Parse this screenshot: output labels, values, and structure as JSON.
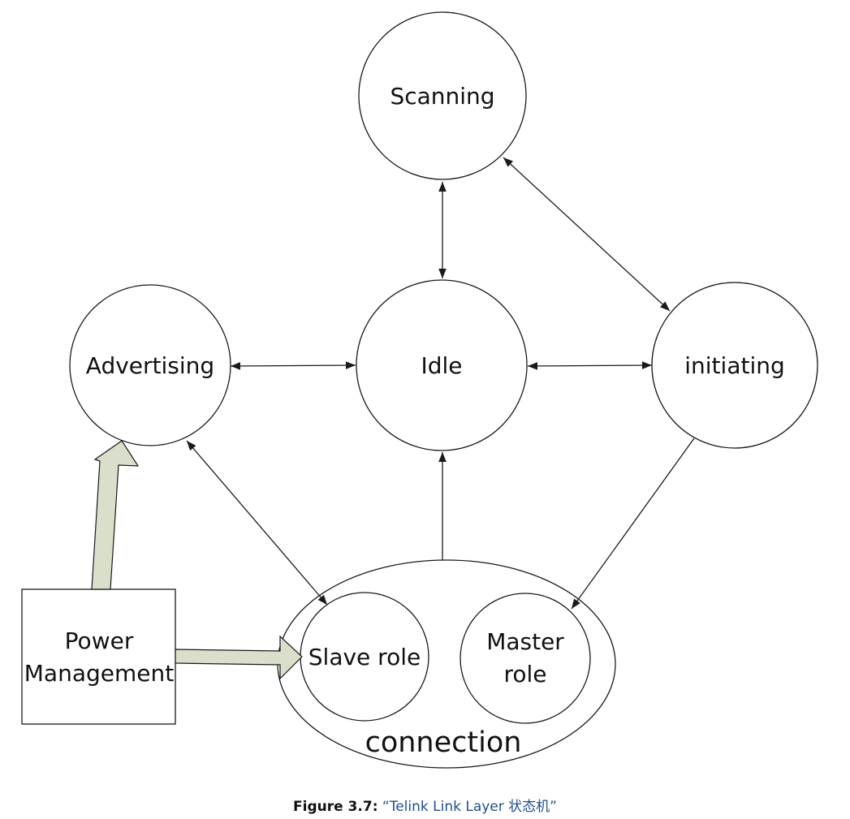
{
  "diagram": {
    "nodes": {
      "scanning": "Scanning",
      "advertising": "Advertising",
      "idle": "Idle",
      "initiating": "initiating",
      "slave_role": "Slave role",
      "master_role_line1": "Master",
      "master_role_line2": "role",
      "connection": "connection",
      "power_management_line1": "Power",
      "power_management_line2": "Management"
    },
    "edges": [
      {
        "from": "Scanning",
        "to": "Idle",
        "direction": "both"
      },
      {
        "from": "Scanning",
        "to": "initiating",
        "direction": "both"
      },
      {
        "from": "Advertising",
        "to": "Idle",
        "direction": "both"
      },
      {
        "from": "Idle",
        "to": "initiating",
        "direction": "both"
      },
      {
        "from": "Advertising",
        "to": "Slave role",
        "direction": "both"
      },
      {
        "from": "connection",
        "to": "Idle",
        "direction": "forward"
      },
      {
        "from": "initiating",
        "to": "Master role",
        "direction": "forward"
      },
      {
        "from": "Power Management",
        "to": "Advertising",
        "direction": "forward"
      },
      {
        "from": "Power Management",
        "to": "Slave role",
        "direction": "forward"
      }
    ],
    "colors": {
      "stroke": "#1a1a1a",
      "block_arrow_fill": "#d9dfca",
      "caption_title": "#1f4f8f"
    }
  },
  "caption": {
    "label": "Figure 3.7",
    "colon": ":",
    "title": " “Telink Link Layer 状态机”"
  }
}
